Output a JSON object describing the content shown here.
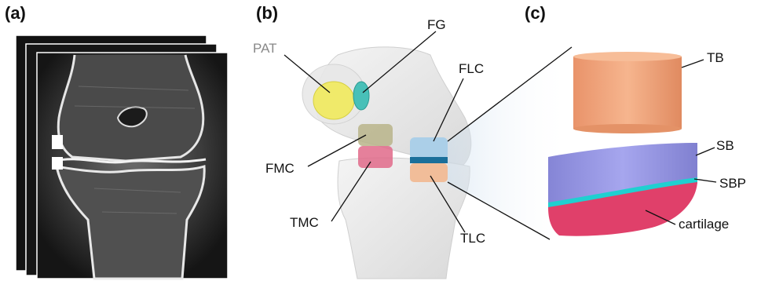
{
  "panels": {
    "a": {
      "label": "(a)"
    },
    "b": {
      "label": "(b)",
      "annotations": {
        "pat": "PAT",
        "fg": "FG",
        "flc": "FLC",
        "fmc": "FMC",
        "tmc": "TMC",
        "tlc": "TLC"
      }
    },
    "c": {
      "label": "(c)",
      "annotations": {
        "tb": "TB",
        "sb": "SB",
        "sbp": "SBP",
        "cartilage": "cartilage"
      }
    }
  },
  "colors": {
    "ct_background": "#1a1a1a",
    "bone_model": "#ececec",
    "patella_yellow": "#f0ea6a",
    "fg_cyan": "#48c0b8",
    "flc_blue": "#a8cde8",
    "fmc_olive": "#b8b48a",
    "tmc_pink": "#e06a8a",
    "tlc_peach": "#f2b890",
    "tb_orange": "#f4a77c",
    "sb_lavender": "#9a9ae6",
    "sbp_cyan": "#1fd0d0",
    "cartilage_pink": "#e0406a"
  }
}
